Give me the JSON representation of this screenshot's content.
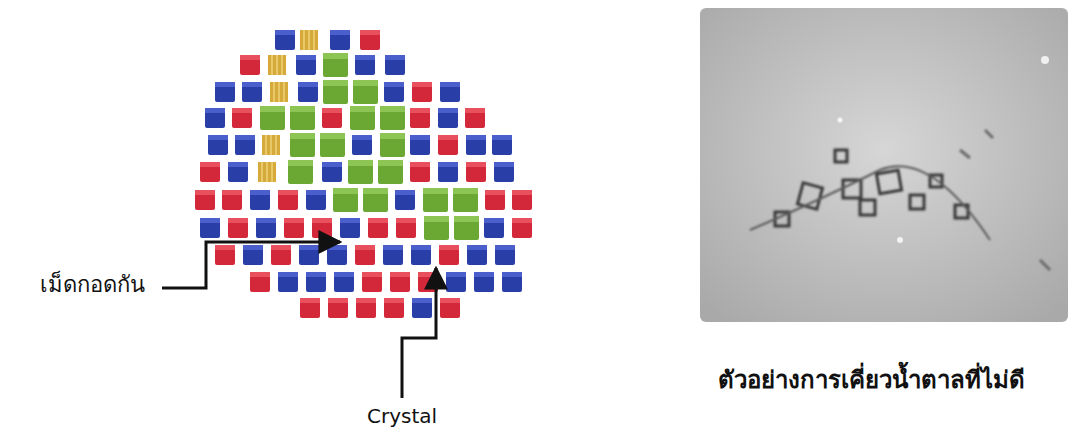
{
  "diagram": {
    "labels": [
      "เม็ดกอดกัน",
      "Crystal",
      "ตัวอย่างการเคี่ยวน้ำตาลที่ไม่ดี"
    ]
  }
}
